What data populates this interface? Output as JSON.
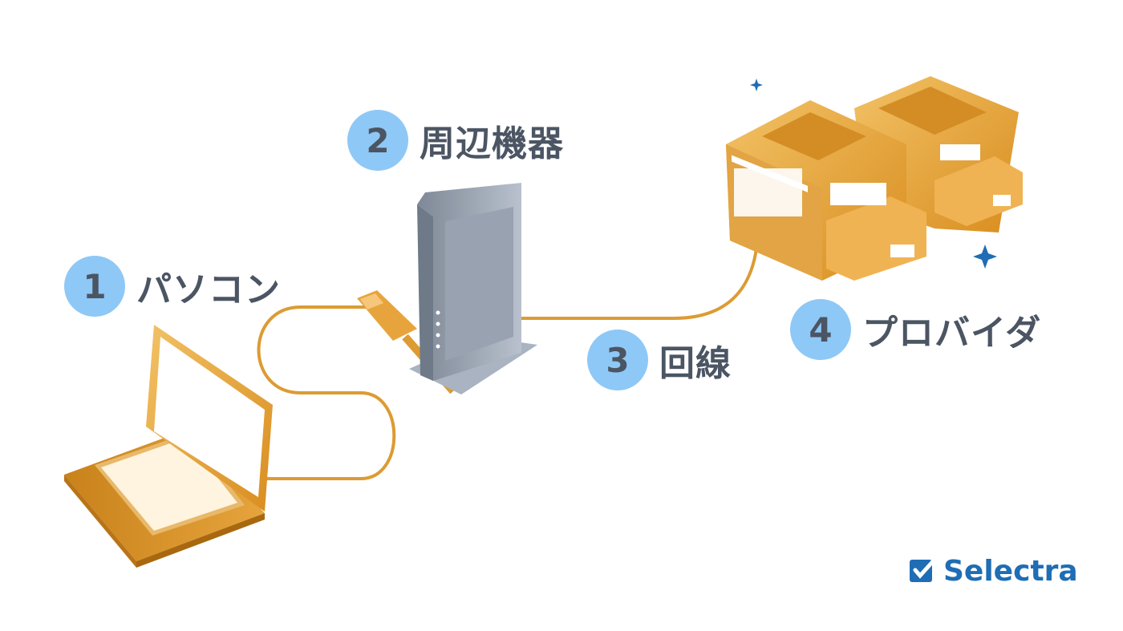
{
  "steps": [
    {
      "number": "1",
      "label": "パソコン"
    },
    {
      "number": "2",
      "label": "周辺機器"
    },
    {
      "number": "3",
      "label": "回線"
    },
    {
      "number": "4",
      "label": "プロバイダ"
    }
  ],
  "brand": {
    "name": "Selectra",
    "icon": "checkbox-icon",
    "color": "#1f6db5"
  },
  "colors": {
    "badge": "#8ec8f6",
    "text": "#4b5563",
    "cable": "#e0a03a",
    "device": "#aab4c2"
  }
}
